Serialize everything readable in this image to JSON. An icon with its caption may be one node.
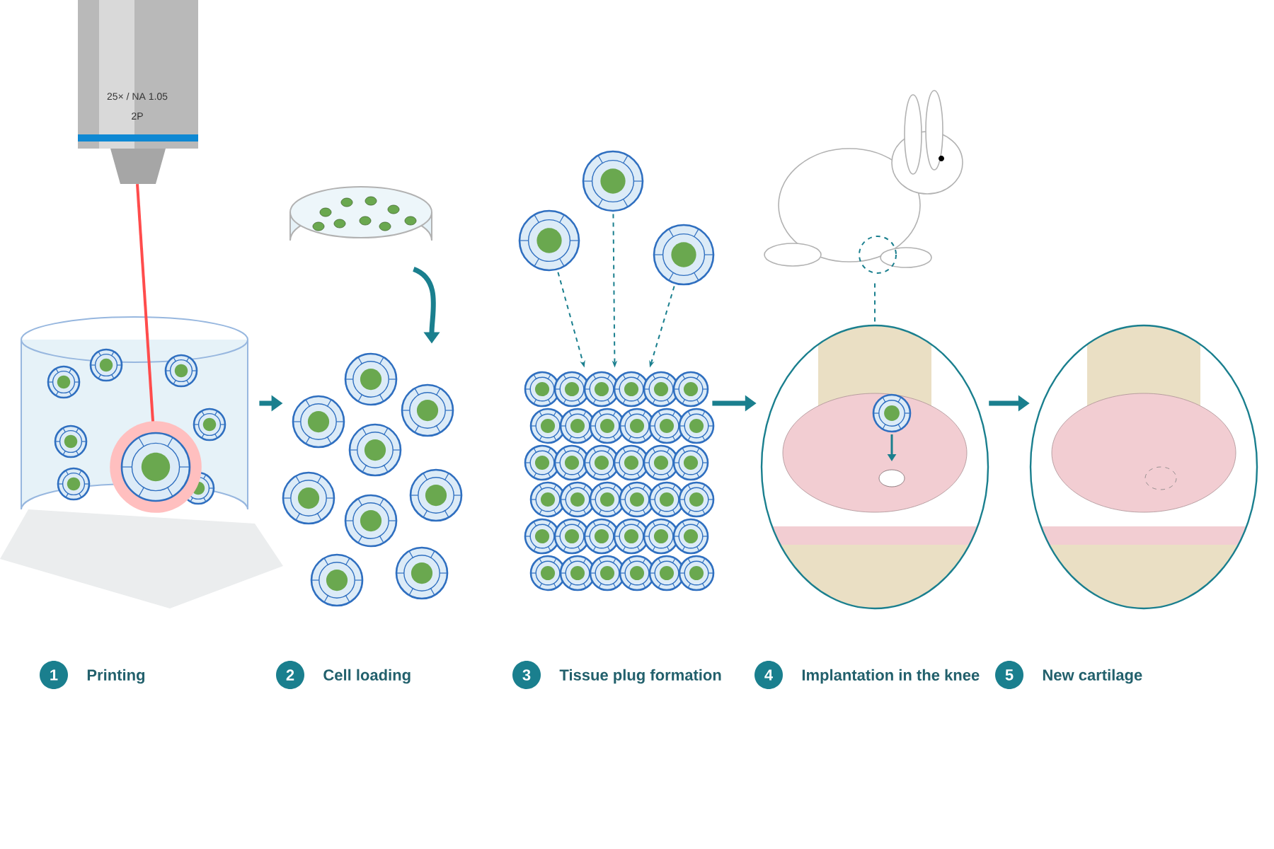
{
  "diagram": {
    "nodes": [
      {
        "text": [],
        "shape": "picture",
        "beside": [
          "1",
          "Printing"
        ]
      },
      {
        "text": [],
        "shape": "picture"
      },
      {
        "text": [],
        "shape": "picture",
        "beside": [
          "2",
          "Cell loading"
        ]
      },
      {
        "text": [],
        "shape": "picture"
      },
      {
        "text": [],
        "shape": "picture"
      },
      {
        "text": [],
        "shape": "picture"
      },
      {
        "text": [],
        "shape": "picture",
        "beside": [
          "3",
          "Tissue plug formation"
        ]
      },
      {
        "text": [],
        "shape": "picture"
      },
      {
        "text": [],
        "shape": "picture",
        "beside": [
          "4",
          "Implantation in the knee"
        ]
      },
      {
        "text": [],
        "shape": "picture",
        "beside": [
          "5",
          "New cartilage"
        ]
      }
    ],
    "edges": [
      {
        "from": 0,
        "to": 2,
        "arrow": "to",
        "style": "thick"
      },
      {
        "from": 1,
        "to": 2,
        "arrow": "to",
        "style": "thick"
      },
      {
        "from": 3,
        "to": 6,
        "arrow": "to",
        "style": "dashed"
      },
      {
        "from": 4,
        "to": 6,
        "arrow": "to",
        "style": "dashed"
      },
      {
        "from": 5,
        "to": 6,
        "arrow": "to",
        "style": "dashed"
      },
      {
        "from": 6,
        "to": 8,
        "arrow": "to",
        "style": "thick"
      },
      {
        "from": 7,
        "to": 8,
        "arrow": "none",
        "style": "dashed"
      },
      {
        "from": 8,
        "to": 9,
        "arrow": "to",
        "style": "thick"
      }
    ],
    "labels": [
      "25× / NA 1.05",
      "2P"
    ]
  }
}
